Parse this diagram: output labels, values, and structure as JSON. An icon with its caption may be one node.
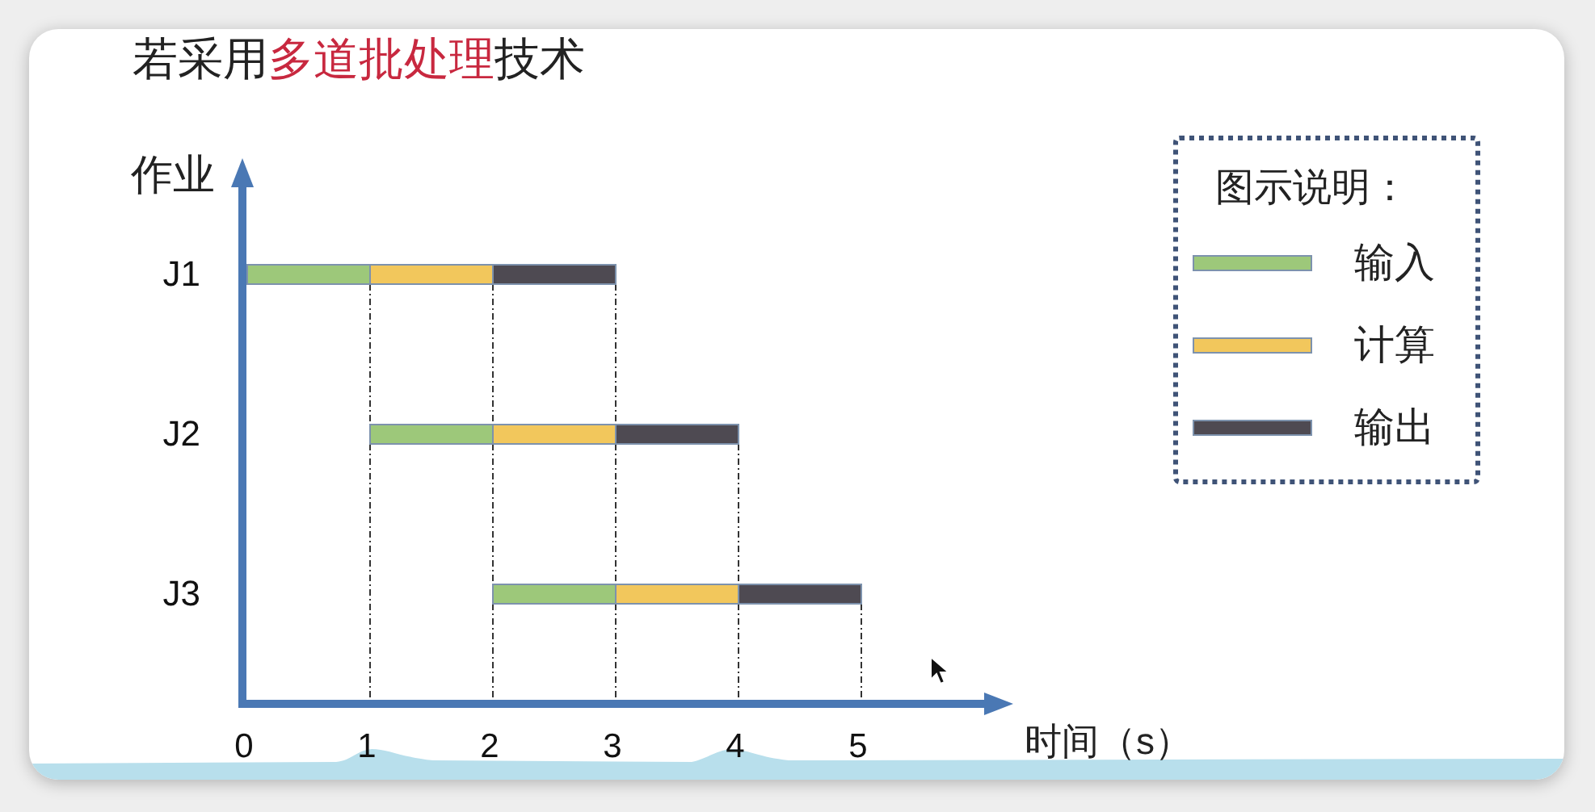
{
  "diagram": {
    "title": "若采用**多道批处理**技术",
    "labels": [
      "图示说明："
    ],
    "legend": [
      {
        "text": "输入",
        "color": "#9dc87a"
      },
      {
        "text": "计算",
        "color": "#f2c75c"
      },
      {
        "text": "输出",
        "color": "#4e4a52"
      }
    ],
    "chart_data": {
      "type": "candlestick",
      "orientation": "horizontal",
      "xlabel": "时间（s）",
      "ylabel": "作业",
      "categories": [
        "J1",
        "J2",
        "J3"
      ],
      "xlim": [
        0,
        6
      ],
      "xticks": [
        0,
        1,
        2,
        3,
        4,
        5
      ],
      "ref_lines": [
        {
          "axis": "x",
          "value": 1
        },
        {
          "axis": "x",
          "value": 2
        },
        {
          "axis": "x",
          "value": 3
        },
        {
          "axis": "x",
          "value": 4
        },
        {
          "axis": "x",
          "value": 5
        }
      ],
      "series": [
        {
          "color": "#9dc87a",
          "ohlc": [
            [
              0,
              1,
              0,
              1
            ],
            [
              1,
              2,
              1,
              2
            ],
            [
              2,
              3,
              2,
              3
            ]
          ]
        },
        {
          "color": "#f2c75c",
          "ohlc": [
            [
              1,
              2,
              1,
              2
            ],
            [
              2,
              3,
              2,
              3
            ],
            [
              3,
              4,
              3,
              4
            ]
          ]
        },
        {
          "color": "#4e4a52",
          "ohlc": [
            [
              2,
              3,
              2,
              3
            ],
            [
              3,
              4,
              3,
              4
            ],
            [
              4,
              5,
              4,
              5
            ]
          ]
        }
      ]
    }
  }
}
